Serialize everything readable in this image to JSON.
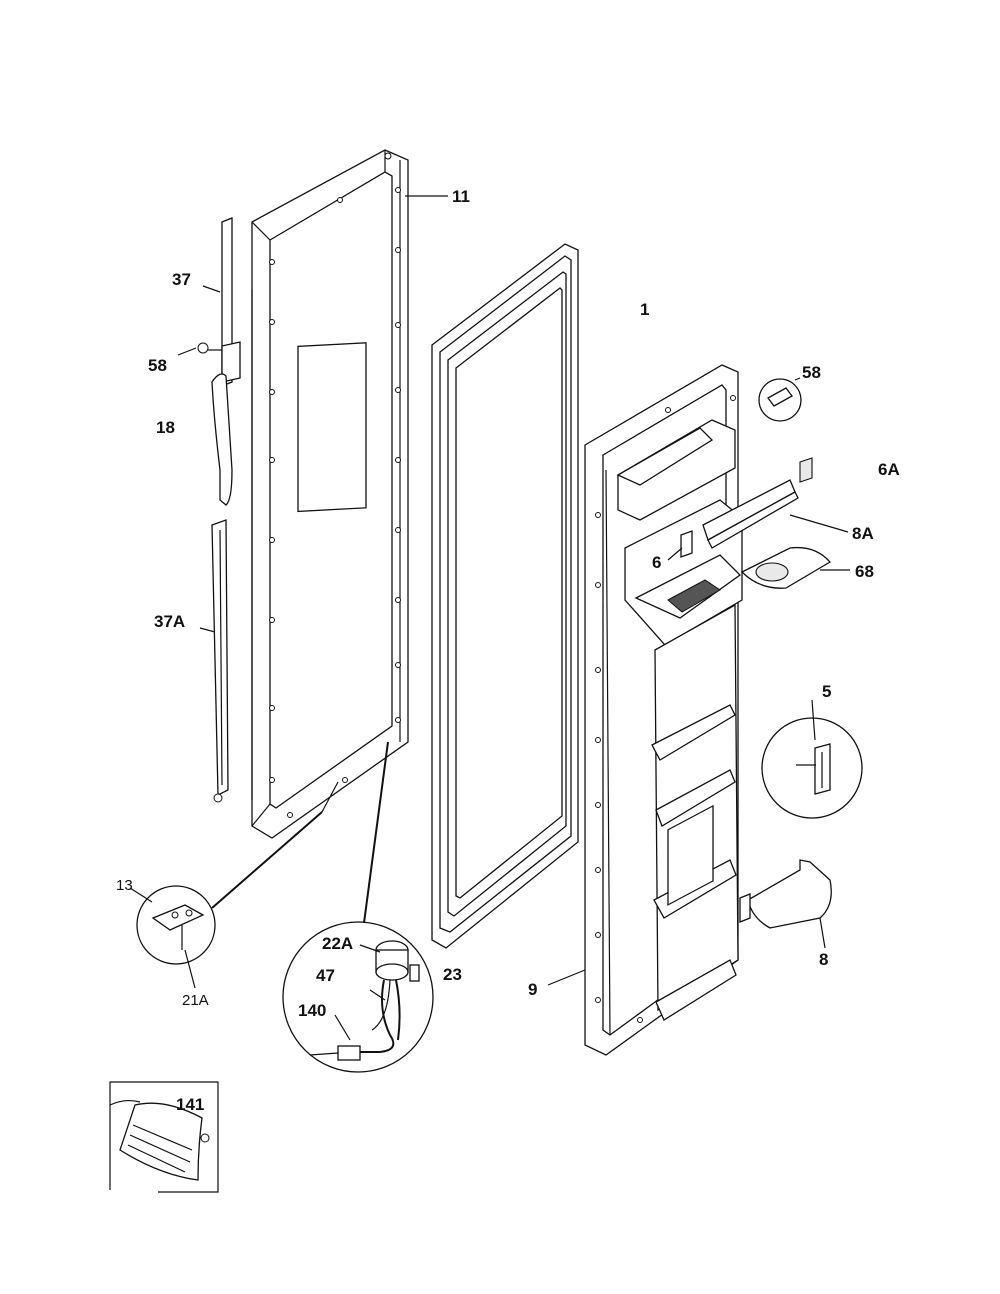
{
  "callouts": {
    "c1": "1",
    "c5": "5",
    "c6": "6",
    "c6A": "6A",
    "c8": "8",
    "c8A": "8A",
    "c9": "9",
    "c11": "11",
    "c13": "13",
    "c18": "18",
    "c21A": "21A",
    "c22A": "22A",
    "c23": "23",
    "c37": "37",
    "c37A": "37A",
    "c47": "47",
    "c58a": "58",
    "c58b": "58",
    "c68": "68",
    "c140": "140",
    "c141": "141"
  },
  "colors": {
    "line": "#111111",
    "background": "#ffffff"
  }
}
